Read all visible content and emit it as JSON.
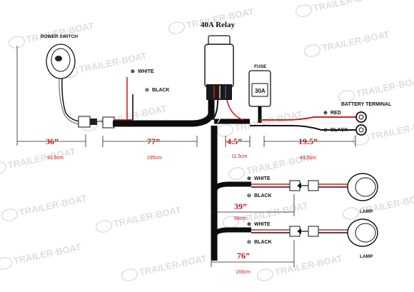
{
  "title": "40A Relay",
  "labels": {
    "power_switch": "POWER SWITCH",
    "white": "WHITE",
    "black": "BLACK",
    "fuse": "FUSE",
    "fuse_rating": "30A",
    "battery_terminal": "BATTERY TERMINAL",
    "red": "RED",
    "lamp": "LAMP",
    "plus_symbol": "⊕",
    "minus_symbol": "⊖"
  },
  "measurements": [
    {
      "inches": "36”",
      "cm": "91.5cm"
    },
    {
      "inches": "77”",
      "cm": "195cm"
    },
    {
      "inches": "4.5”",
      "cm": "11.5cm"
    },
    {
      "inches": "19.5”",
      "cm": "49.5cm"
    },
    {
      "inches": "39”",
      "cm": "99cm"
    },
    {
      "inches": "76”",
      "cm": "193cm"
    }
  ],
  "watermark": "TRAILER-BOAT",
  "colors": {
    "measurement": "#c0191b",
    "wire_red": "#d81e1e",
    "wire_black": "#111111",
    "harness": "#0d0d0d"
  }
}
